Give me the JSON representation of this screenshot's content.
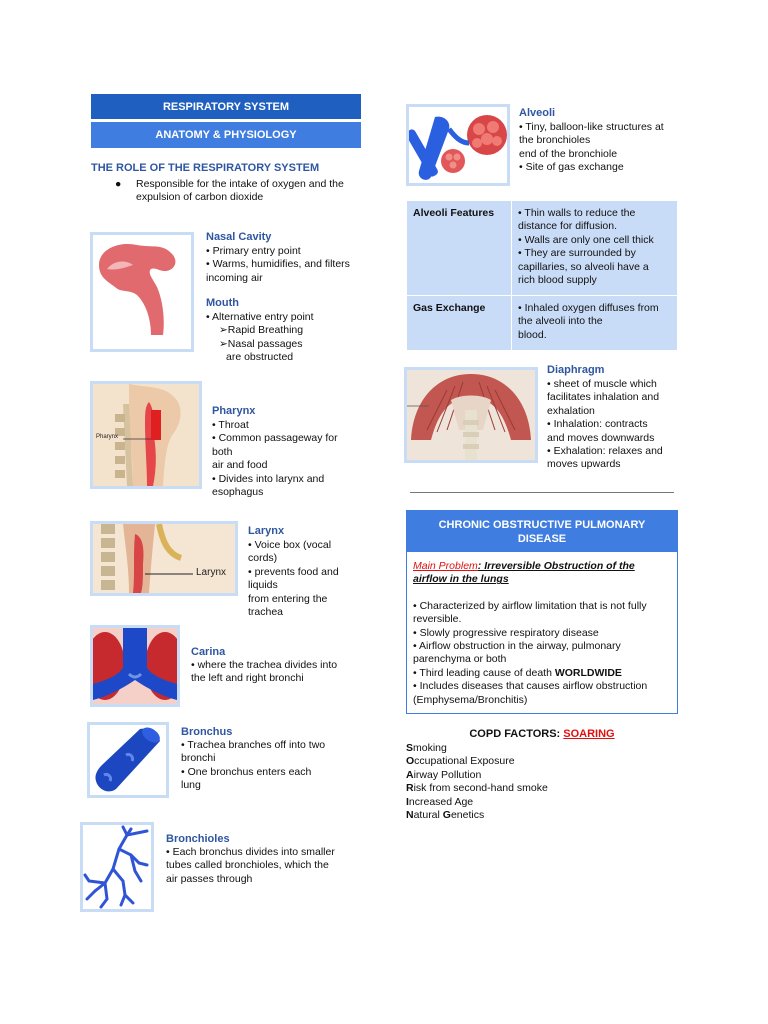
{
  "header": {
    "title": "RESPIRATORY SYSTEM",
    "subtitle": "ANATOMY & PHYSIOLOGY"
  },
  "role": {
    "heading": "THE ROLE OF THE RESPIRATORY SYSTEM",
    "bullet": "●",
    "lines": [
      "Responsible for the intake of oxygen and the",
      "expulsion of carbon dioxide"
    ]
  },
  "nasal": {
    "title": "Nasal Cavity",
    "lines": [
      "• Primary entry point",
      "• Warms, humidifies, and filters",
      "incoming air"
    ]
  },
  "mouth": {
    "title": "Mouth",
    "lines": [
      "• Alternative entry point",
      "➢Rapid Breathing",
      "➢Nasal passages",
      "are obstructed"
    ]
  },
  "pharynx": {
    "title": "Pharynx",
    "label": "Pharynx",
    "lines": [
      "• Throat",
      "• Common passageway for",
      "both",
      "air and food",
      "• Divides into larynx and",
      "esophagus"
    ]
  },
  "larynx": {
    "title": "Larynx",
    "label": "Larynx",
    "lines": [
      "• Voice box (vocal",
      "cords)",
      "• prevents food and",
      "liquids",
      "from entering the",
      "trachea"
    ]
  },
  "carina": {
    "title": "Carina",
    "lines": [
      "• where the trachea divides into",
      "the left and right bronchi"
    ]
  },
  "bronchus": {
    "title": "Bronchus",
    "lines": [
      "• Trachea branches off into two",
      "bronchi",
      "• One bronchus enters each",
      "lung"
    ]
  },
  "bronchioles": {
    "title": "Bronchioles",
    "lines": [
      "• Each bronchus divides into smaller",
      "tubes called bronchioles, which the",
      "air passes through"
    ]
  },
  "alveoli": {
    "title": "Alveoli",
    "lines": [
      "• Tiny, balloon-like structures at",
      "the bronchioles",
      "end of the bronchiole",
      "• Site of gas exchange"
    ]
  },
  "features": {
    "row1": {
      "label": "Alveoli Features",
      "lines": [
        "• Thin walls to reduce the",
        "distance for diffusion.",
        "• Walls are only one cell thick",
        "• They are surrounded by",
        "capillaries, so alveoli have a",
        "rich blood supply"
      ]
    },
    "row2": {
      "label": "Gas Exchange",
      "lines": [
        "• Inhaled oxygen diffuses from",
        "the alveoli into the",
        "blood."
      ]
    }
  },
  "diaphragm": {
    "title": "Diaphragm",
    "lines": [
      "• sheet of muscle which",
      "facilitates inhalation and",
      "exhalation",
      "• Inhalation: contracts",
      "and moves downwards",
      "• Exhalation: relaxes and",
      "moves upwards"
    ]
  },
  "copd": {
    "header_lines": [
      "CHRONIC OBSTRUCTIVE PULMONARY",
      "DISEASE"
    ],
    "problem_label": "Main Problem",
    "problem_line1": ": Irreversible Obstruction of the",
    "problem_line2": "airflow in the lungs",
    "lines": [
      "• Characterized by airflow limitation that is not fully",
      "reversible.",
      "• Slowly progressive respiratory disease",
      "• Airflow obstruction in the airway, pulmonary",
      "parenchyma or both"
    ],
    "death_pre": "• Third leading cause of death ",
    "death_bold": "WORLDWIDE",
    "tail_lines": [
      "• Includes diseases that causes airflow obstruction",
      "(Emphysema/Bronchitis)"
    ]
  },
  "factors": {
    "title_pre": "COPD FACTORS: ",
    "title_word": "SOARING",
    "items": [
      {
        "a": "S",
        "b": "moking",
        "c": "",
        "d": ""
      },
      {
        "a": "O",
        "b": "ccupational Exposure",
        "c": "",
        "d": ""
      },
      {
        "a": "A",
        "b": "irway Pollution",
        "c": "",
        "d": ""
      },
      {
        "a": "R",
        "b": "isk from second-hand smoke",
        "c": "",
        "d": ""
      },
      {
        "a": "I",
        "b": "ncreased Age",
        "c": "",
        "d": ""
      },
      {
        "a": "N",
        "b": "atural ",
        "c": "G",
        "d": "enetics"
      }
    ]
  }
}
